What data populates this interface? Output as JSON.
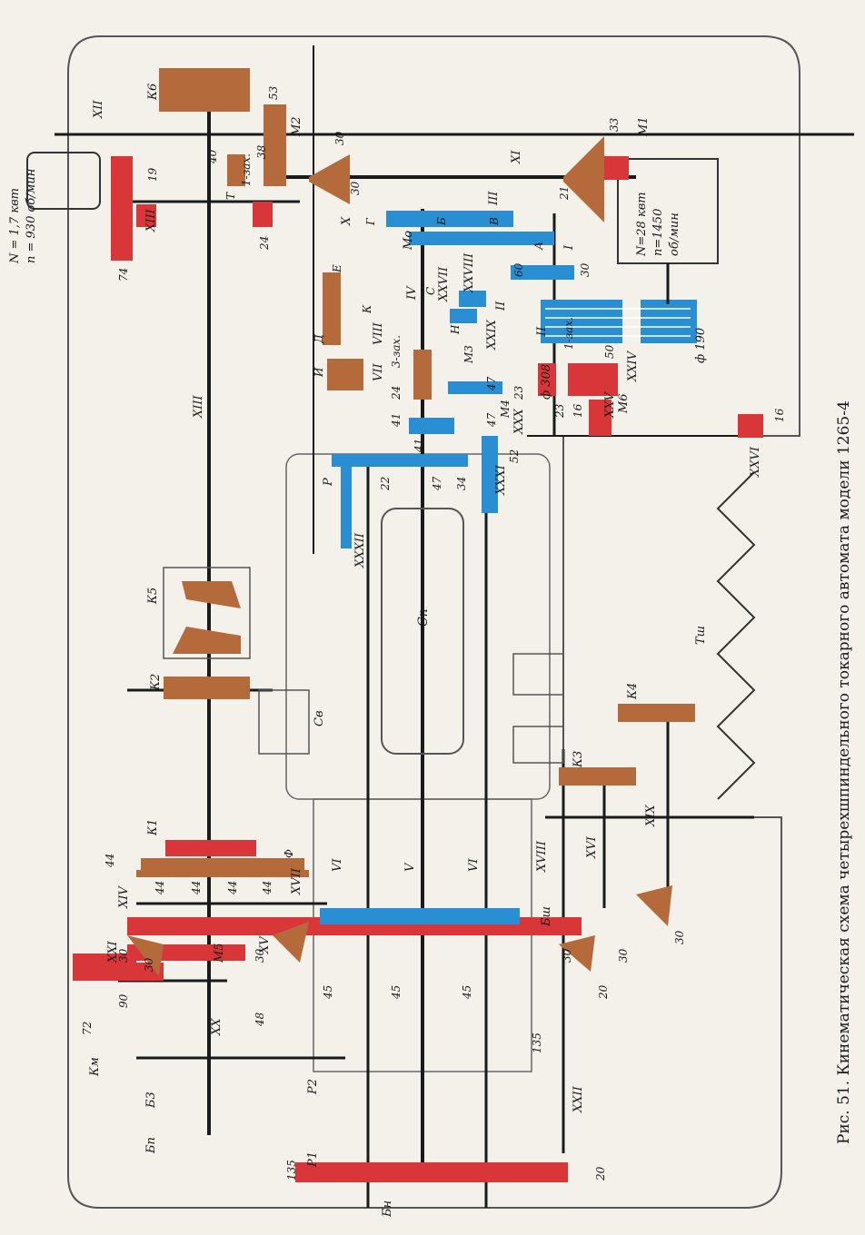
{
  "caption": "Рис. 51. Кинематическая схема четырехшпиндельного токарного автомата модели 1265-4",
  "motor_small": {
    "power": "N = 1,7 квт",
    "speed": "n = 930 об/мин"
  },
  "motor_main": {
    "power": "N=28 квт",
    "speed_n": "n=1450",
    "speed_unit": "об/мин"
  },
  "pulleys": {
    "drive": "ф 190",
    "driven": "ф 308"
  },
  "colors": {
    "red": "#d9363a",
    "blue": "#2a8ed3",
    "brown": "#b56a3c",
    "black": "#1a1a1a",
    "paper": "#f3f1ea"
  },
  "labels": {
    "shaft_XII": "XII",
    "shaft_XIII_top": "XIII",
    "shaft_XIII": "XIII",
    "shaft_XI": "XI",
    "shaft_X": "X",
    "shaft_III": "III",
    "shaft_XXVIII": "XXVIII",
    "shaft_IV": "IV",
    "shaft_XXVII": "XXVII",
    "shaft_II_a": "II",
    "shaft_II_b": "II",
    "shaft_I": "I",
    "shaft_VIII": "VIII",
    "shaft_VII": "VII",
    "shaft_XXIX": "XXIX",
    "shaft_XXX": "XXX",
    "shaft_XXXI": "XXXI",
    "shaft_XXXII": "XXXII",
    "shaft_XXIV": "XXIV",
    "shaft_XXV": "XXV",
    "shaft_XXVI": "XXVI",
    "shaft_XIV": "XIV",
    "shaft_XVII": "XVII",
    "shaft_XV": "XV",
    "shaft_XXI": "XXI",
    "shaft_XX": "XX",
    "shaft_XXII": "XXII",
    "shaft_VI_a": "VI",
    "shaft_V": "V",
    "shaft_VI_b": "VI",
    "shaft_XVIII": "XVIII",
    "shaft_XVI": "XVI",
    "shaft_XIX": "XIX",
    "g74": "74",
    "g19": "19",
    "g24": "24",
    "g40": "40",
    "g53": "53",
    "g38": "38",
    "g30a": "30",
    "g30b": "30",
    "g33": "33",
    "g21": "21",
    "g60": "60",
    "g30c": "30",
    "g47a": "47",
    "g47b": "47",
    "g23a": "23",
    "g23b": "23",
    "g50": "50",
    "g16a": "16",
    "g16b": "16",
    "g41a": "41",
    "g41b": "41",
    "g24b": "24",
    "g22": "22",
    "g47c": "47",
    "g34": "34",
    "g52": "52",
    "g44a": "44",
    "g44b": "44",
    "g44c": "44",
    "g44d": "44",
    "g44e": "44",
    "g30d": "30",
    "g30e": "30",
    "g30f": "30",
    "g30g": "30",
    "g30h": "30",
    "g30i": "30",
    "g90": "90",
    "g72": "72",
    "g48": "48",
    "g45a": "45",
    "g45b": "45",
    "g45c": "45",
    "g20a": "20",
    "g135a": "135",
    "g135b": "135",
    "g20b": "20",
    "cam_K6": "К6",
    "cam_K5": "К5",
    "cam_K2": "К2",
    "cam_K1": "К1",
    "cam_K4": "К4",
    "cam_K3": "К3",
    "cam_Km": "Км",
    "cam_B3": "Б3",
    "cam_Bp": "Бп",
    "ball_Bsh": "Бш",
    "ball_Bn": "Бн",
    "spindle_Sp": "Сп",
    "cyl_Sv": "Св",
    "spring_Tsh": "Тш",
    "clutch_M1": "М1",
    "clutch_M2": "М2",
    "clutch_M3": "М3",
    "clutch_M4": "М4",
    "clutch_M5": "М5",
    "clutch_M6": "М6",
    "clutch_Mo": "Мо",
    "lever_P": "Р",
    "lever_P1": "Р1",
    "lever_P2": "Р2",
    "mark_T": "Т",
    "mark_G": "Г",
    "mark_B": "Б",
    "mark_V": "В",
    "mark_A": "А",
    "mark_E": "Е",
    "mark_K": "К",
    "mark_D": "Д",
    "mark_I": "И",
    "mark_S": "С",
    "mark_N": "Н",
    "mark_F": "Ф",
    "zax1": "1-зах.",
    "zax1b": "1-зах.",
    "zax3": "3-зах."
  }
}
